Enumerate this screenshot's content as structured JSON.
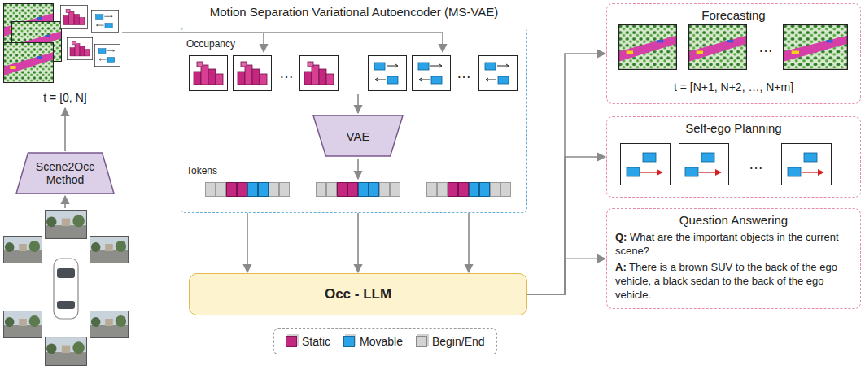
{
  "diagram": {
    "nodes": [
      {
        "text": [
          "Scene2Occ Method"
        ]
      },
      {
        "text": [
          "Motion Separation Variational Autoencoder (MS-VAE)",
          "Occupancy",
          "Tokens"
        ]
      },
      {
        "text": [
          "VAE"
        ],
        "in": 1
      },
      {
        "text": [
          "Occ - LLM"
        ]
      },
      {
        "text": [
          "Forecasting",
          "t = [N+1, N+2, …, N+m]"
        ]
      },
      {
        "text": [
          "Self-ego Planning"
        ]
      },
      {
        "text": [
          "Question Answering",
          "Q: What are the important objects in the current scene?",
          "A: There is a brown SUV to the back of the ego vehicle, a black sedan to the back of the ego vehicle."
        ]
      }
    ],
    "edges": [
      {
        "from": 1,
        "to": 3,
        "arrow": "to"
      },
      {
        "from": 1,
        "to": 3,
        "arrow": "to"
      },
      {
        "from": 1,
        "to": 3,
        "arrow": "to"
      },
      {
        "from": 3,
        "to": 4,
        "arrow": "to"
      },
      {
        "from": 3,
        "to": 5,
        "arrow": "to"
      },
      {
        "from": 3,
        "to": 6,
        "arrow": "to"
      }
    ],
    "labels": [
      "t = [0, N]",
      "…",
      "…",
      "…",
      "…"
    ],
    "legend": [
      {
        "text": "Static",
        "color": "#c4277f"
      },
      {
        "text": "Movable",
        "color": "#2aa3e8"
      },
      {
        "text": "Begin/End",
        "color": "#d3d3d3"
      }
    ]
  }
}
